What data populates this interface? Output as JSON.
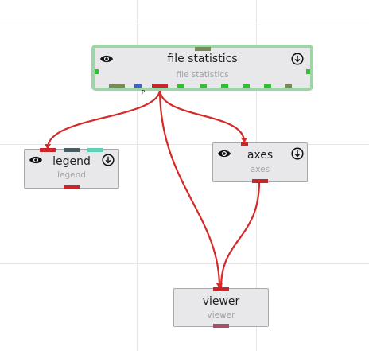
{
  "nodes": {
    "file_statistics": {
      "title": "file statistics",
      "subtitle": "file statistics",
      "port_label": "P"
    },
    "legend": {
      "title": "legend",
      "subtitle": "legend"
    },
    "axes": {
      "title": "axes",
      "subtitle": "axes"
    },
    "viewer": {
      "title": "viewer",
      "subtitle": "viewer"
    }
  },
  "icons": {
    "visibility": "eye-icon",
    "info": "download-circle-icon"
  },
  "colors": {
    "selected_border": "#9fd4a8",
    "wire": "#d42a2a",
    "port_red": "#c8262b",
    "port_green": "#2cc22c",
    "port_olive": "#7a8a55",
    "port_blue": "#3a62d6",
    "port_teal": "#5fcfb6",
    "port_slate": "#4a5e62",
    "port_mauve": "#a65068"
  }
}
